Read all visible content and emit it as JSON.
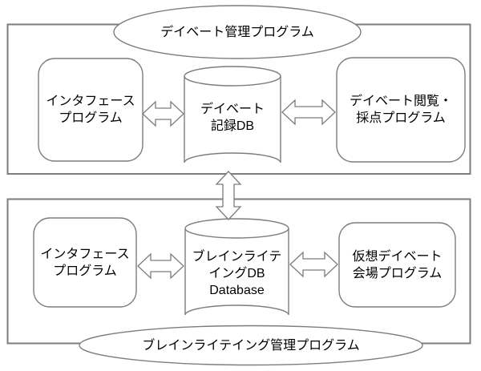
{
  "colors": {
    "stroke": "#7d7d7d",
    "background": "#ffffff",
    "text": "#000000"
  },
  "top_system": {
    "title": "デイベート管理プログラム",
    "interface_program": "インタフェース\nプログラム",
    "database": "デイベート\n記録DB",
    "viewer_program": "デイベート閲覧・\n採点プログラム"
  },
  "bottom_system": {
    "title": "ブレインライテイング管理プログラム",
    "interface_program": "インタフェース\nプログラム",
    "database": "ブレインライテ\nイングDB\nDatabase",
    "venue_program": "仮想デイベート\n会場プログラム"
  }
}
